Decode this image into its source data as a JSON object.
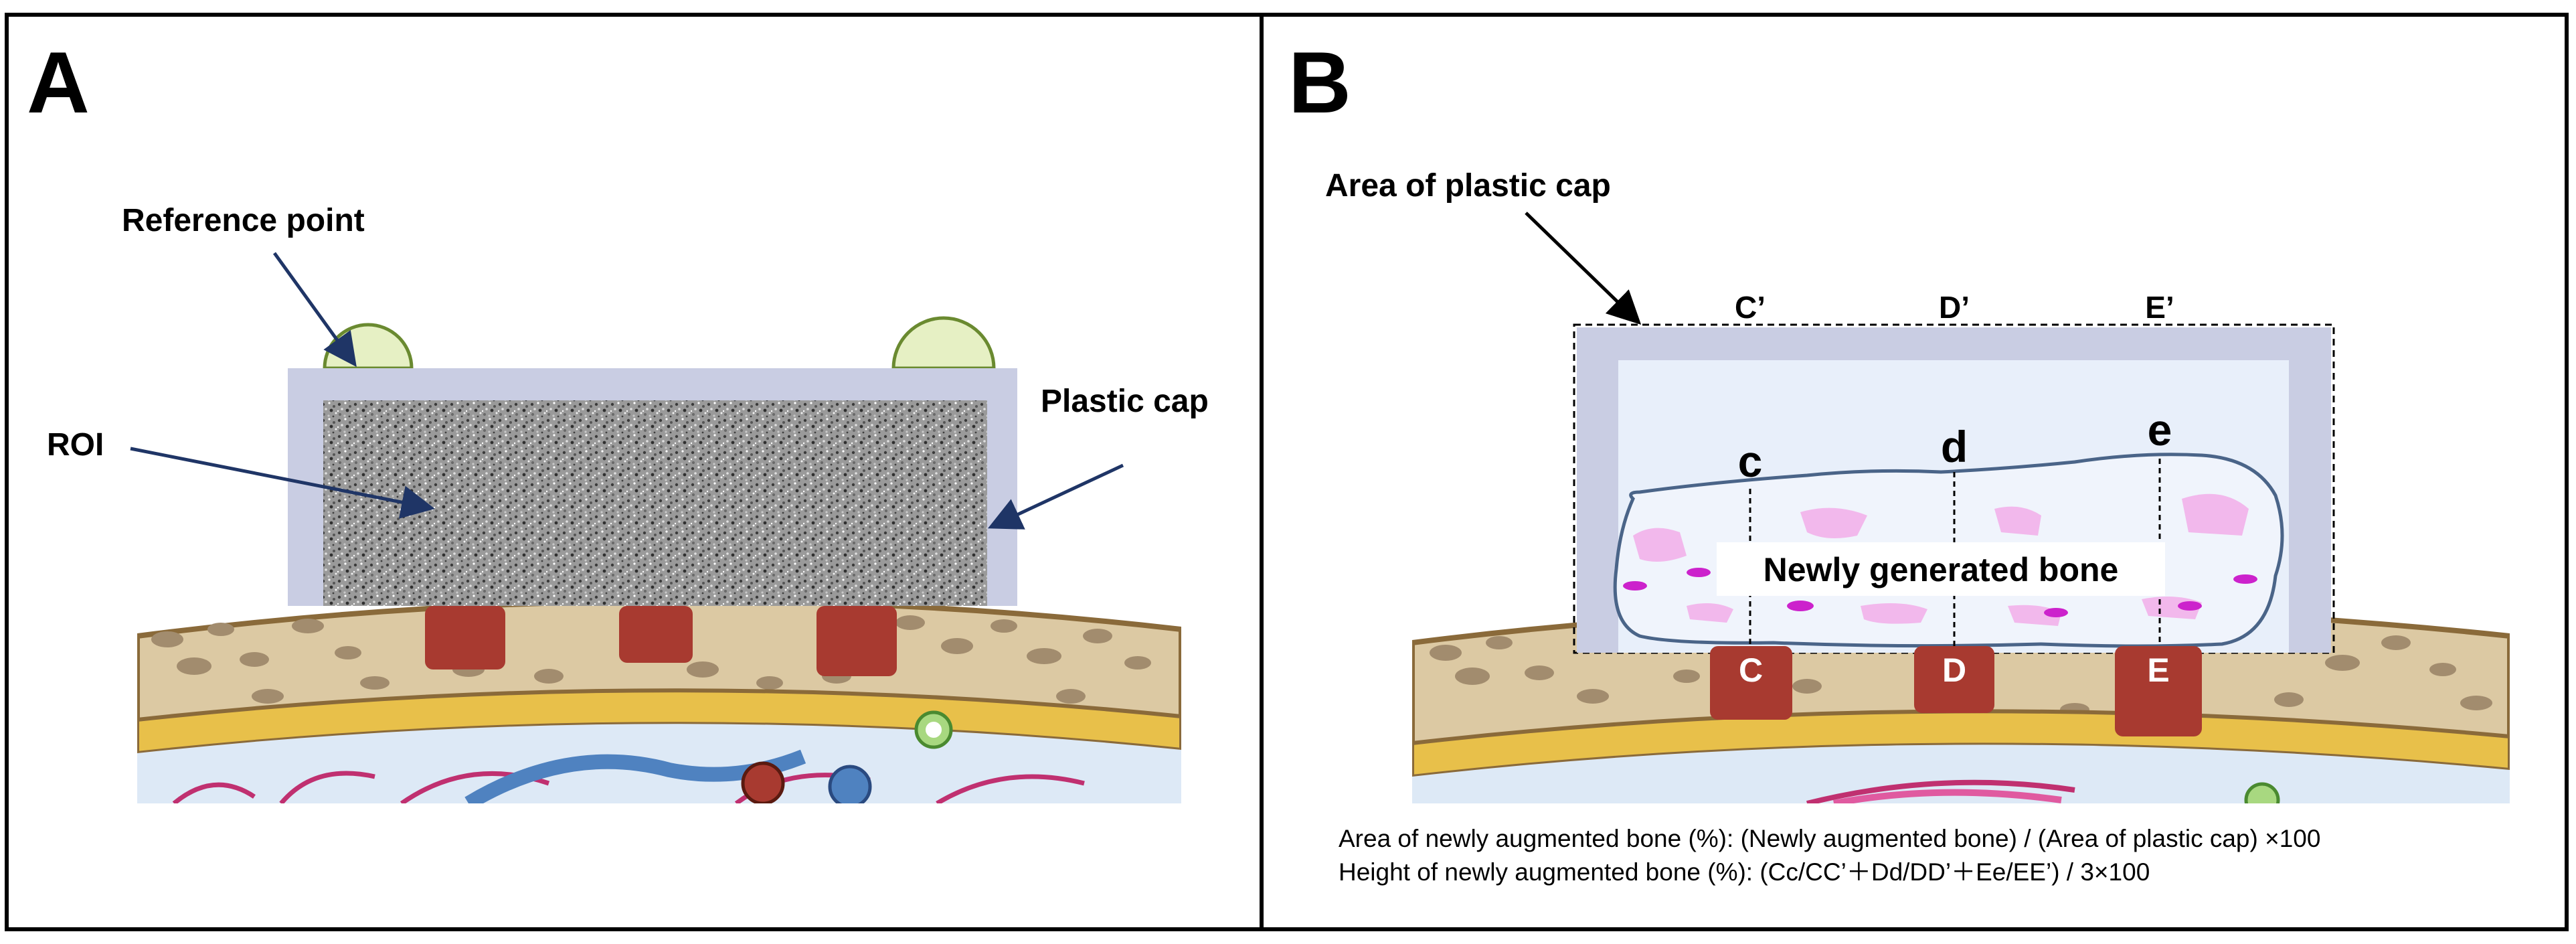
{
  "panel_a": {
    "letter": "A",
    "reference_point_label": "Reference point",
    "roi_label": "ROI",
    "plastic_cap_label": "Plastic cap"
  },
  "panel_b": {
    "letter": "B",
    "area_label": "Area of plastic cap",
    "top_markers": [
      "C’",
      "D’",
      "E’"
    ],
    "mid_markers": [
      "c",
      "d",
      "e"
    ],
    "base_markers": [
      "C",
      "D",
      "E"
    ],
    "bone_label": "Newly generated bone",
    "formula_area": "Area of newly augmented bone (%):  (Newly augmented bone) / (Area of plastic cap) ×100",
    "formula_height": "Height of newly augmented bone (%):  (Cc/CC’＋Dd/DD’＋Ee/EE’) / 3×100"
  },
  "colors": {
    "border": "#000000",
    "cap": "#c9cde3",
    "cap_inner": "#e8effa",
    "bone_tan": "#dcc9a3",
    "bone_spot": "#a28c6e",
    "cortex": "#e8c04a",
    "implant": "#a83a30",
    "ref_point": "#e6f0c4",
    "arrow": "#1f3566",
    "bone_pink": "#f2b8ec",
    "bone_magenta": "#cc22cc"
  }
}
